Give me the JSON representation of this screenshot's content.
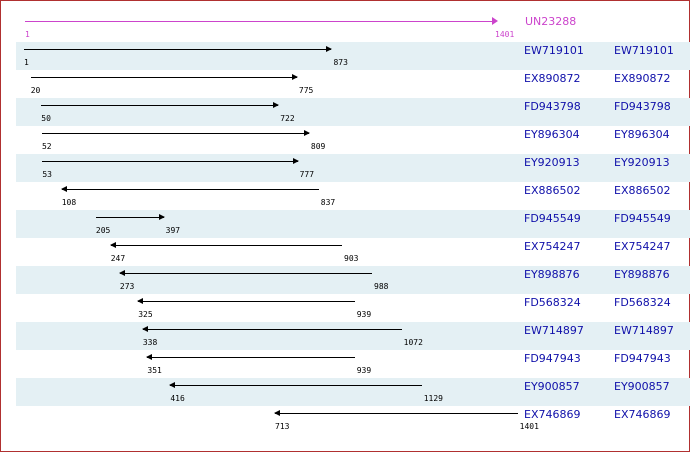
{
  "reference": {
    "name": "UN23288",
    "start": "1",
    "end": "1401"
  },
  "rows": [
    {
      "id": "EW719101",
      "start": 1,
      "end": 873,
      "dir": "right"
    },
    {
      "id": "EX890872",
      "start": 20,
      "end": 775,
      "dir": "right"
    },
    {
      "id": "FD943798",
      "start": 50,
      "end": 722,
      "dir": "right"
    },
    {
      "id": "EY896304",
      "start": 52,
      "end": 809,
      "dir": "right"
    },
    {
      "id": "EY920913",
      "start": 53,
      "end": 777,
      "dir": "right"
    },
    {
      "id": "EX886502",
      "start": 108,
      "end": 837,
      "dir": "left"
    },
    {
      "id": "FD945549",
      "start": 205,
      "end": 397,
      "dir": "right"
    },
    {
      "id": "EX754247",
      "start": 247,
      "end": 903,
      "dir": "left"
    },
    {
      "id": "EY898876",
      "start": 273,
      "end": 988,
      "dir": "left"
    },
    {
      "id": "FD568324",
      "start": 325,
      "end": 939,
      "dir": "left"
    },
    {
      "id": "EW714897",
      "start": 338,
      "end": 1072,
      "dir": "left"
    },
    {
      "id": "FD947943",
      "start": 351,
      "end": 939,
      "dir": "left"
    },
    {
      "id": "EY900857",
      "start": 416,
      "end": 1129,
      "dir": "left"
    },
    {
      "id": "EX746869",
      "start": 713,
      "end": 1401,
      "dir": "left"
    }
  ]
}
